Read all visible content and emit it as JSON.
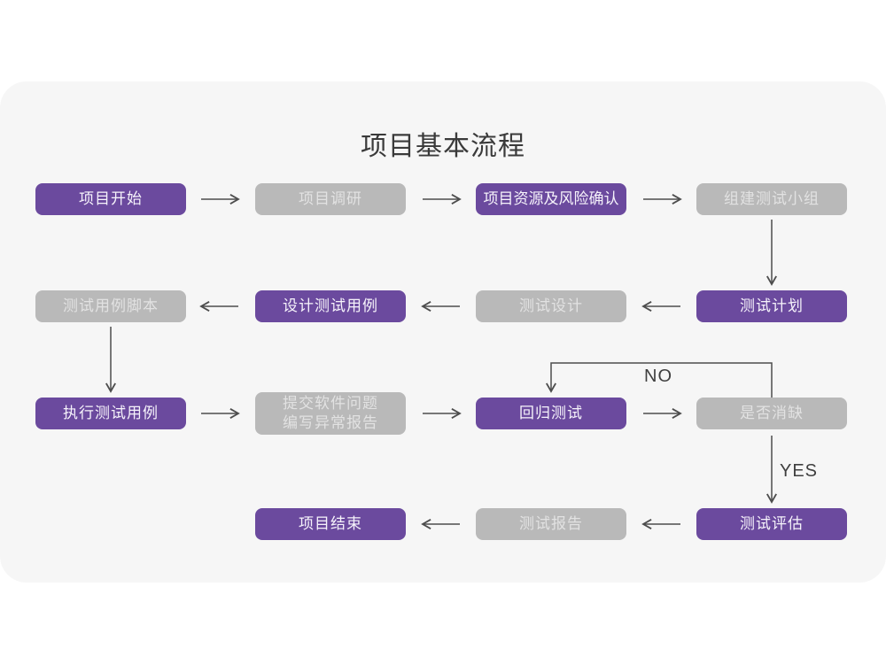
{
  "title": "项目基本流程",
  "colors": {
    "page_background": "#ffffff",
    "card_background": "#f6f6f6",
    "node_purple": "#6b4a9e",
    "node_purple_text": "#f6f3fb",
    "node_gray": "#b9b9b9",
    "node_gray_text": "#e2e2e2",
    "arrow": "#4d4d4d",
    "title_text": "#3a3a3a"
  },
  "flowchart": {
    "no_label": "NO",
    "yes_label": "YES",
    "nodes": [
      {
        "id": "project-start",
        "label": "项目开始",
        "variant": "purple"
      },
      {
        "id": "project-research",
        "label": "项目调研",
        "variant": "gray"
      },
      {
        "id": "project-resources-risk",
        "label": "项目资源及风险确认",
        "variant": "purple"
      },
      {
        "id": "build-test-team",
        "label": "组建测试小组",
        "variant": "gray"
      },
      {
        "id": "test-case-script",
        "label": "测试用例脚本",
        "variant": "gray"
      },
      {
        "id": "design-test-case",
        "label": "设计测试用例",
        "variant": "purple"
      },
      {
        "id": "test-design",
        "label": "测试设计",
        "variant": "gray"
      },
      {
        "id": "test-plan",
        "label": "测试计划",
        "variant": "purple"
      },
      {
        "id": "execute-test-case",
        "label": "执行测试用例",
        "variant": "purple"
      },
      {
        "id": "submit-issue-report",
        "label": "提交软件问题",
        "label2": "编写异常报告",
        "variant": "gray"
      },
      {
        "id": "regression-test",
        "label": "回归测试",
        "variant": "purple"
      },
      {
        "id": "defect-resolved",
        "label": "是否消缺",
        "variant": "gray"
      },
      {
        "id": "project-end",
        "label": "项目结束",
        "variant": "purple"
      },
      {
        "id": "test-report",
        "label": "测试报告",
        "variant": "gray"
      },
      {
        "id": "test-evaluation",
        "label": "测试评估",
        "variant": "purple"
      }
    ]
  }
}
